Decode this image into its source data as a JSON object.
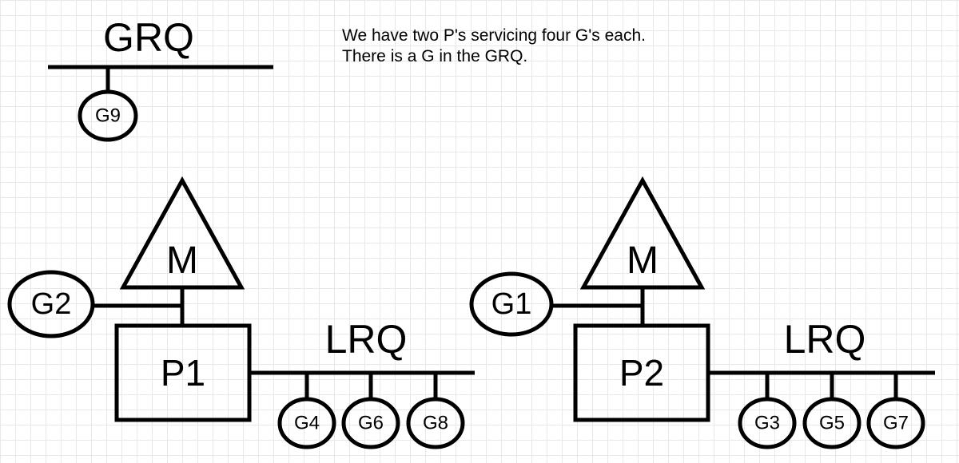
{
  "description": {
    "line1": "We have two P's servicing four G's each.",
    "line2": "There is a G in the GRQ."
  },
  "grq": {
    "label": "GRQ",
    "goroutines": [
      "G9"
    ]
  },
  "processors": [
    {
      "p_label": "P1",
      "m_label": "M",
      "running_g": "G2",
      "lrq_label": "LRQ",
      "lrq_goroutines": [
        "G4",
        "G6",
        "G8"
      ]
    },
    {
      "p_label": "P2",
      "m_label": "M",
      "running_g": "G1",
      "lrq_label": "LRQ",
      "lrq_goroutines": [
        "G3",
        "G5",
        "G7"
      ]
    }
  ]
}
